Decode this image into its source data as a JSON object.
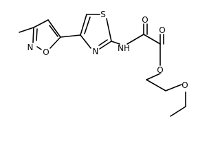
{
  "molecule": {
    "atoms": {
      "oxazole_n": "N",
      "oxazole_o": "O",
      "thiazole_s": "S",
      "thiazole_n": "N",
      "amide_nh": "NH",
      "carbonyl_o1": "O",
      "carbonyl_o2": "O",
      "ester_o": "O",
      "ether_o": "O"
    }
  }
}
